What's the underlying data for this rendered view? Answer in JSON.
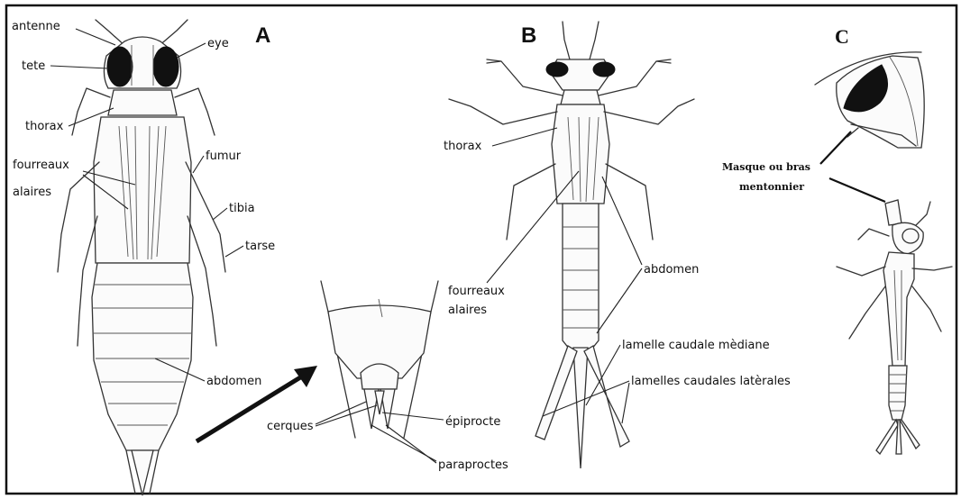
{
  "panels": {
    "a": {
      "letter": "A",
      "labels": {
        "antenne": "antenne",
        "tete": "tete",
        "eye": "eye",
        "thorax": "thorax",
        "fourreaux_line1": "fourreaux",
        "fourreaux_line2": "alaires",
        "fumur": "fumur",
        "tibia": "tibia",
        "tarse": "tarse",
        "abdomen": "abdomen"
      }
    },
    "detail": {
      "labels": {
        "cerques": "cerques",
        "epiprocte": "épiprocte",
        "paraproctes": "paraproctes"
      }
    },
    "b": {
      "letter": "B",
      "labels": {
        "thorax": "thorax",
        "fourreaux_line1": "fourreaux",
        "fourreaux_line2": "alaires",
        "abdomen": "abdomen",
        "lamelle_mediane": "lamelle caudale mèdiane",
        "lamelles_laterales": "lamelles caudales latèrales"
      }
    },
    "c": {
      "letter": "C",
      "labels": {
        "masque_line1": "Masque ou bras",
        "masque_line2": "mentonnier"
      }
    }
  }
}
